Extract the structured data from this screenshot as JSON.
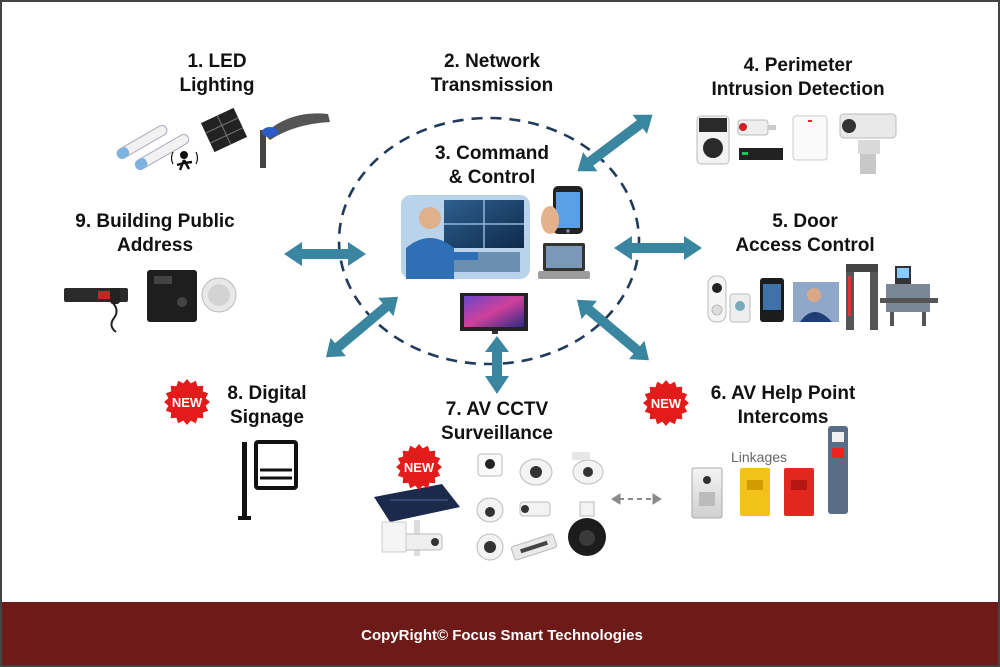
{
  "nodes": {
    "led": {
      "num": "1. LED",
      "line2": "Lighting"
    },
    "network": {
      "num": "2. Network",
      "line2": "Transmission"
    },
    "command": {
      "num": "3. Command",
      "line2": "& Control"
    },
    "perimeter": {
      "num": "4. Perimeter",
      "line2": "Intrusion Detection"
    },
    "door": {
      "num": "5. Door",
      "line2": "Access Control"
    },
    "helppoint": {
      "num": "6. AV Help Point",
      "line2": "Intercoms"
    },
    "cctv": {
      "num": "7. AV CCTV",
      "line2": "Surveillance"
    },
    "signage": {
      "num": "8. Digital",
      "line2": "Signage"
    },
    "publicaddress": {
      "num": "9. Building Public",
      "line2": "Address"
    }
  },
  "badge_text": "NEW",
  "linkages_label": "Linkages",
  "footer": {
    "text": "CopyRight©  Focus Smart Technologies"
  },
  "colors": {
    "arrow": "#3a86a0",
    "circle": "#1f3a5a",
    "badge": "#e31b1b",
    "footer": "#6e1a18"
  }
}
